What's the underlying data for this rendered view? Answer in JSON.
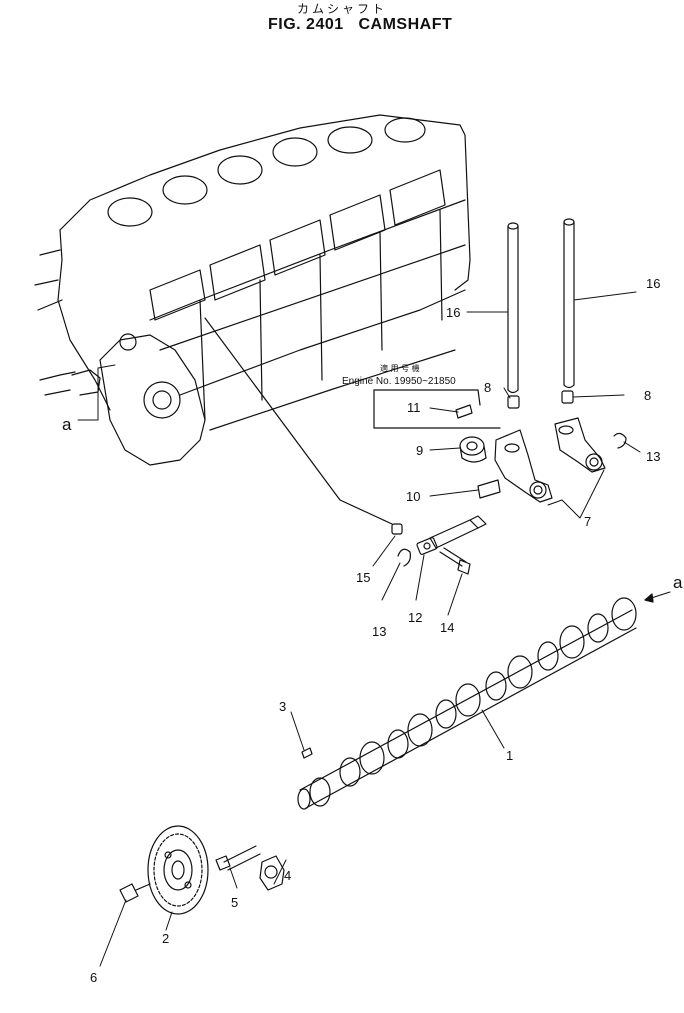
{
  "header": {
    "title_jp": "カムシャフト",
    "title": "FIG. 2401   CAMSHAFT"
  },
  "serial_note": {
    "line1": "適 用 号 機",
    "line2": "Engine No. 19950~21850"
  },
  "callouts": {
    "c1": "1",
    "c2": "2",
    "c3": "3",
    "c4": "4",
    "c5": "5",
    "c6": "6",
    "c7": "7",
    "c8a": "8",
    "c8b": "8",
    "c9": "9",
    "c10": "10",
    "c11": "11",
    "c12": "12",
    "c13a": "13",
    "c13b": "13",
    "c14": "14",
    "c15": "15",
    "c16a": "16",
    "c16b": "16",
    "ref_a_left": "a",
    "ref_a_right": "a"
  }
}
